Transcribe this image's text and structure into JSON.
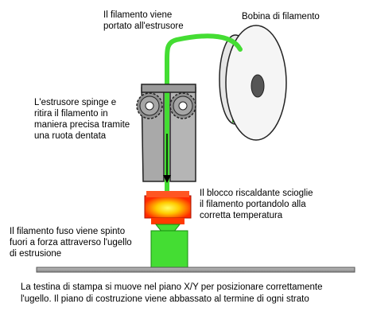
{
  "labels": {
    "filament_feed": "Il filamento viene\nportato all'estrusore",
    "spool": "Bobina di filamento",
    "extruder": "L'estrusore spinge e\nritira il filamento in\nmaniera precisa tramite\nuna ruota dentata",
    "heater": "Il blocco riscaldante scioglie\nil filamento portandolo alla\ncorretta temperatura",
    "nozzle": "Il filamento fuso viene spinto\nfuori a forza attraverso l'ugello\ndi estrusione",
    "caption": "La testina di stampa si muove nel piano X/Y per posizionare correttamente\nl'ugello. Il piano di costruzione viene abbassato al termine di ogni strato"
  },
  "colors": {
    "filament": "#44dd33",
    "filament_dark": "#229a1a",
    "extruder_body": "#a9a9a9",
    "gear": "#8f8f8f",
    "heater": "#ff3a00",
    "heater_glow": "#ffee00",
    "bed": "#999999"
  }
}
